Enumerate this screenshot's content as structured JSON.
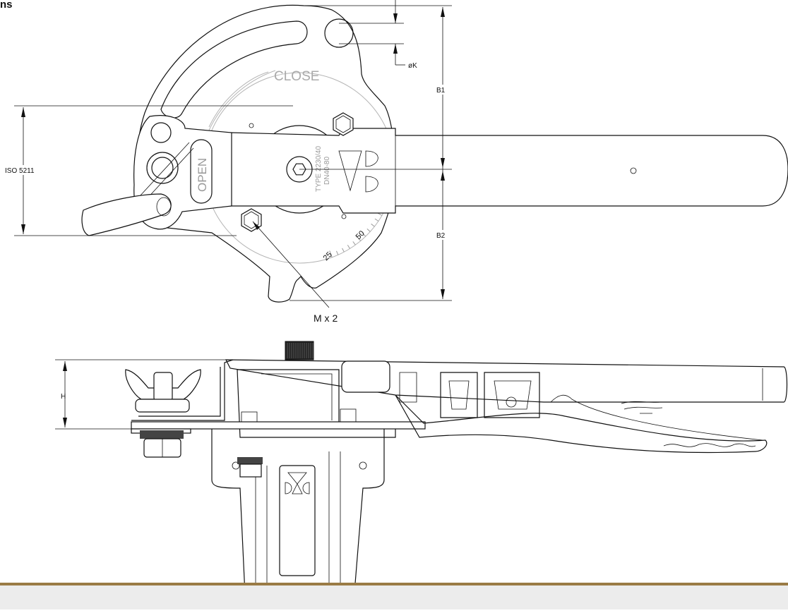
{
  "header": {
    "label": "ns"
  },
  "top_view": {
    "dimension_labels": {
      "iso": "ISO 5211",
      "b1": "B1",
      "b2": "B2",
      "k": "øK",
      "m": "M x 2"
    },
    "engraving": {
      "close": "CLOSE",
      "open": "OPEN",
      "type_line": "TYPE 2230/40",
      "dn_line": "DN40-80"
    },
    "scale_marks": [
      "25",
      "50"
    ]
  },
  "side_view": {
    "dimension_labels": {
      "h": "H"
    }
  }
}
